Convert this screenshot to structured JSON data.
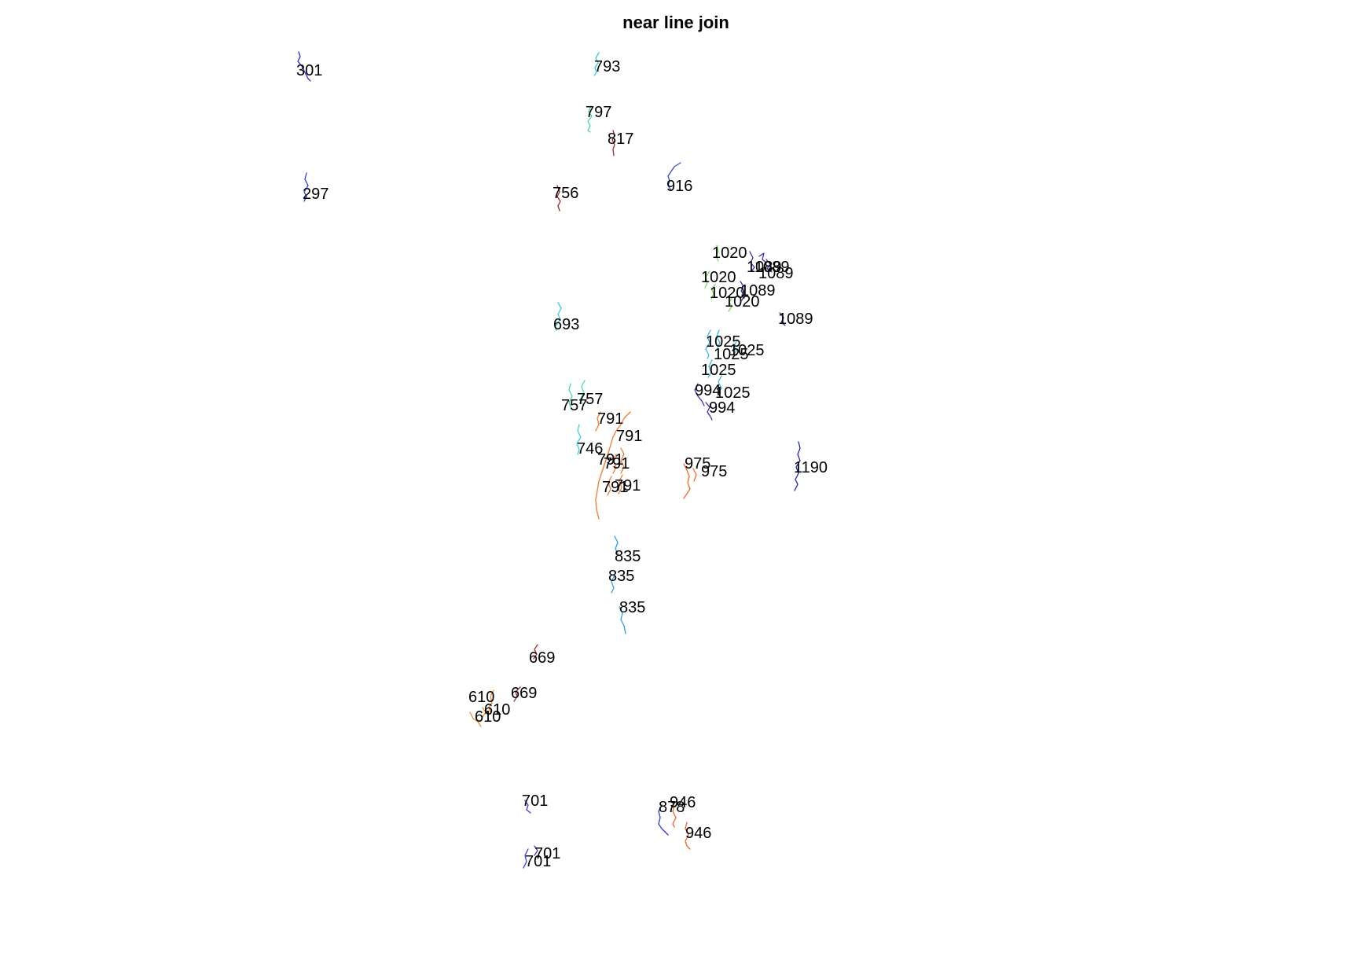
{
  "title": "near line join",
  "features": [
    {
      "label": "301",
      "color": "#2b2bd8"
    },
    {
      "label": "793",
      "color": "#36c7d6"
    },
    {
      "label": "797",
      "color": "#45d3b0"
    },
    {
      "label": "817",
      "color": "#a8243a"
    },
    {
      "label": "297",
      "color": "#2a3fd8"
    },
    {
      "label": "756",
      "color": "#a02030"
    },
    {
      "label": "916",
      "color": "#3a4ad0"
    },
    {
      "label": "1020",
      "color": "#7ed957"
    },
    {
      "label": "1020",
      "color": "#7ed957"
    },
    {
      "label": "1020",
      "color": "#7ed957"
    },
    {
      "label": "1020",
      "color": "#7ed957"
    },
    {
      "label": "1089",
      "color": "#3b2fb5"
    },
    {
      "label": "1089",
      "color": "#3b2fb5"
    },
    {
      "label": "1089",
      "color": "#3b2fb5"
    },
    {
      "label": "1089",
      "color": "#3b2fb5"
    },
    {
      "label": "1089",
      "color": "#3b2fb5"
    },
    {
      "label": "693",
      "color": "#38c8dc"
    },
    {
      "label": "1025",
      "color": "#38b6e0"
    },
    {
      "label": "1025",
      "color": "#38b6e0"
    },
    {
      "label": "1025",
      "color": "#38b6e0"
    },
    {
      "label": "1025",
      "color": "#38b6e0"
    },
    {
      "label": "1025",
      "color": "#38b6e0"
    },
    {
      "label": "757",
      "color": "#48d7a8"
    },
    {
      "label": "757",
      "color": "#48d7a8"
    },
    {
      "label": "994",
      "color": "#3a2fb0"
    },
    {
      "label": "994",
      "color": "#3a2fb0"
    },
    {
      "label": "791",
      "color": "#f07a2a"
    },
    {
      "label": "791",
      "color": "#f07a2a"
    },
    {
      "label": "791",
      "color": "#f07a2a"
    },
    {
      "label": "791",
      "color": "#f07a2a"
    },
    {
      "label": "791",
      "color": "#f07a2a"
    },
    {
      "label": "791",
      "color": "#f07a2a"
    },
    {
      "label": "746",
      "color": "#3ccfd6"
    },
    {
      "label": "975",
      "color": "#f06a2a"
    },
    {
      "label": "975",
      "color": "#f06a2a"
    },
    {
      "label": "1190",
      "color": "#2020b0"
    },
    {
      "label": "835",
      "color": "#2f9ee0"
    },
    {
      "label": "835",
      "color": "#2f9ee0"
    },
    {
      "label": "835",
      "color": "#2f9ee0"
    },
    {
      "label": "669",
      "color": "#a02a2a"
    },
    {
      "label": "669",
      "color": "#a02a2a"
    },
    {
      "label": "610",
      "color": "#f08a2a"
    },
    {
      "label": "610",
      "color": "#f08a2a"
    },
    {
      "label": "610",
      "color": "#f08a2a"
    },
    {
      "label": "701",
      "color": "#3a3ad0"
    },
    {
      "label": "701",
      "color": "#3a3ad0"
    },
    {
      "label": "701",
      "color": "#3a3ad0"
    },
    {
      "label": "878",
      "color": "#2a3ad8"
    },
    {
      "label": "946",
      "color": "#f0602a"
    },
    {
      "label": "946",
      "color": "#f0602a"
    }
  ]
}
